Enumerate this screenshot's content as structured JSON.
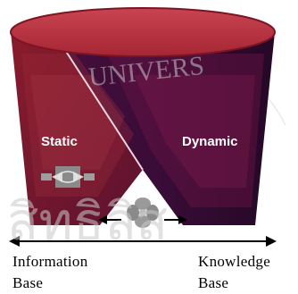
{
  "colors": {
    "cylinder_top": "#c0343f",
    "cylinder_rim": "#8e1826",
    "dynamic_face": "#3b0d36",
    "static_face": "#7a1a2d",
    "axis_line": "#000000",
    "watermark": "#c9c9c9"
  },
  "diagram": {
    "static_label": "Static",
    "dynamic_label": "Dynamic",
    "left_axis_label_line1": "Information",
    "left_axis_label_line2": "Base",
    "right_axis_label_line1": "Knowledge",
    "right_axis_label_line2": "Base"
  },
  "icons": {
    "static_icon": "exchange-arrows-icon",
    "center_icon": "four-petal-flower-icon",
    "watermark": "university-seal-watermark"
  },
  "watermark_text": {
    "arc_text": "UNIVERS",
    "bottom_text": "สิทธิลิส"
  }
}
